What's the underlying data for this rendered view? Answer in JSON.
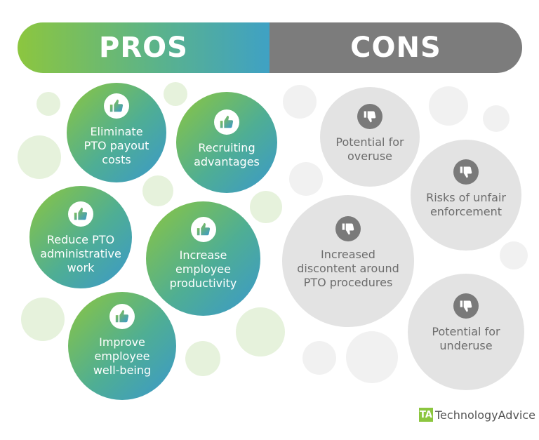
{
  "banner": {
    "pros_title": "PROS",
    "cons_title": "CONS"
  },
  "colors": {
    "pros_gradient_start": "#8cc63f",
    "pros_gradient_end": "#3a98cc",
    "cons_gray": "#7c7c7c",
    "cons_circle": "#e3e3e3"
  },
  "pros": [
    {
      "label": "Eliminate\nPTO payout\ncosts",
      "icon": "thumbs-up-icon"
    },
    {
      "label": "Recruiting\nadvantages",
      "icon": "thumbs-up-icon"
    },
    {
      "label": "Reduce PTO\nadministrative\nwork",
      "icon": "thumbs-up-icon"
    },
    {
      "label": "Increase\nemployee\nproductivity",
      "icon": "thumbs-up-icon"
    },
    {
      "label": "Improve\nemployee\nwell-being",
      "icon": "thumbs-up-icon"
    }
  ],
  "cons": [
    {
      "label": "Potential for\noveruse",
      "icon": "thumbs-down-icon"
    },
    {
      "label": "Risks of unfair\nenforcement",
      "icon": "thumbs-down-icon"
    },
    {
      "label": "Increased\ndiscontent around\nPTO procedures",
      "icon": "thumbs-down-icon"
    },
    {
      "label": "Potential for\nunderuse",
      "icon": "thumbs-down-icon"
    }
  ],
  "logo": {
    "mark": "TA",
    "text": "TechnologyAdvice"
  }
}
